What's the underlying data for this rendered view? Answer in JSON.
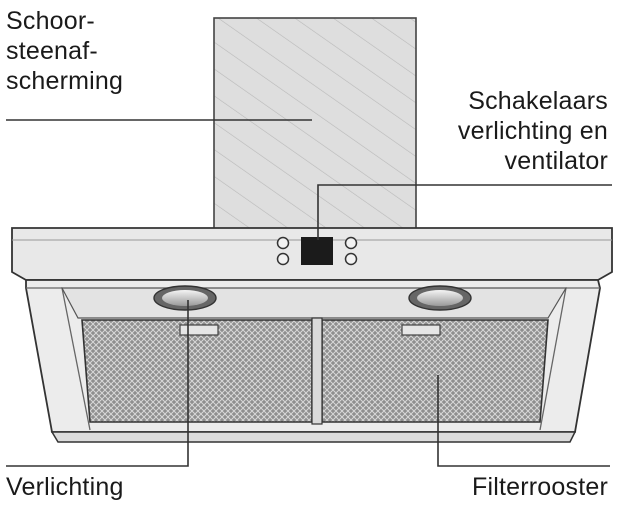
{
  "labels": {
    "chimney": [
      "Schoor-",
      "steenaf-",
      "scherming"
    ],
    "switches": [
      "Schakelaars",
      "verlichting en",
      "ventilator"
    ],
    "lighting": "Verlichting",
    "filter": "Filterrooster"
  },
  "colors": {
    "ink": "#1a1a1a",
    "steel": "#e6e6e6",
    "steel_dark": "#cfcfcf",
    "line": "#333333"
  }
}
